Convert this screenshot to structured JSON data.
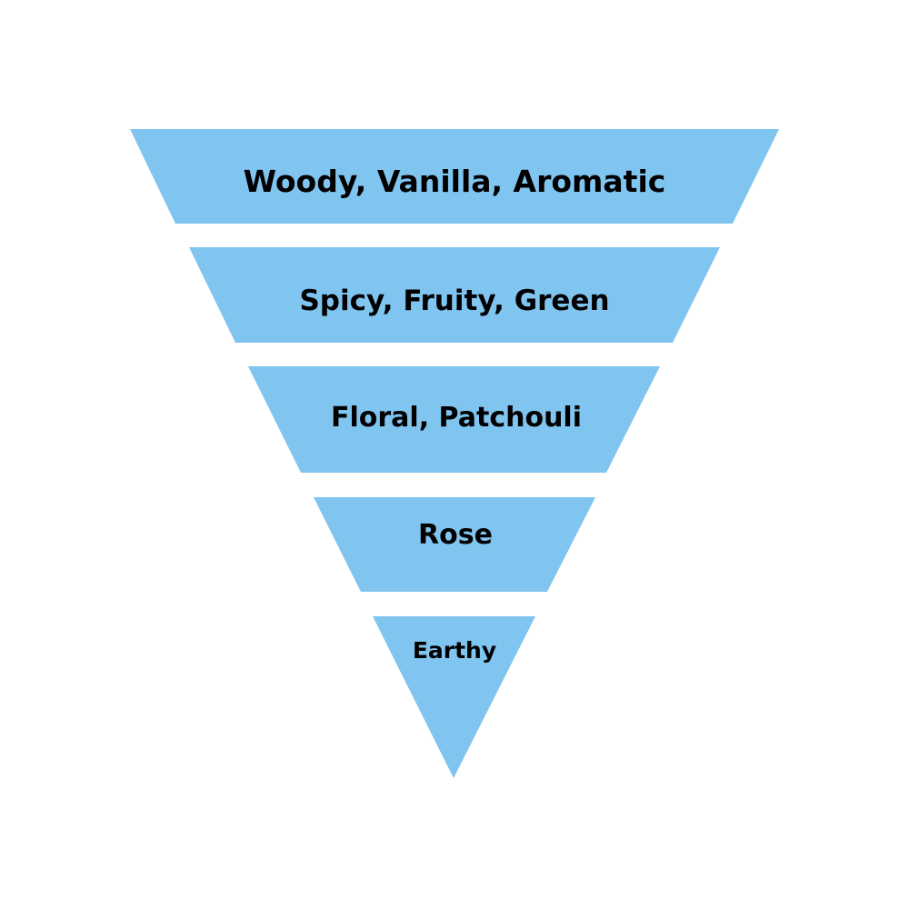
{
  "diagram": {
    "type": "inverted-funnel",
    "fill_color": "#80C4F0",
    "text_color": "#000000",
    "tiers": [
      {
        "label": "Woody, Vanilla, Aromatic"
      },
      {
        "label": "Spicy, Fruity, Green"
      },
      {
        "label": "Floral, Patchouli"
      },
      {
        "label": "Rose"
      },
      {
        "label": "Earthy"
      }
    ]
  }
}
